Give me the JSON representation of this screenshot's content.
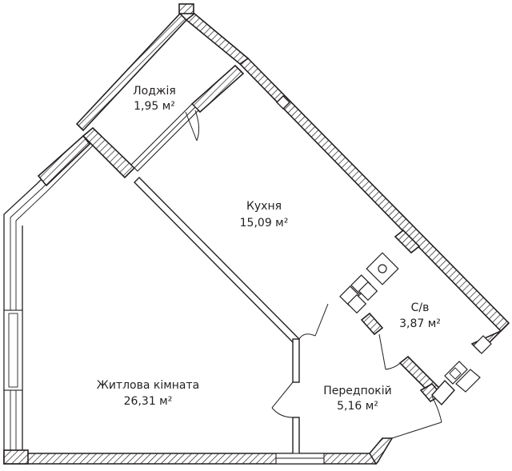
{
  "rooms": [
    {
      "name": "Лоджія",
      "area": "1,95 м²"
    },
    {
      "name": "Кухня",
      "area": "15,09 м²"
    },
    {
      "name": "С/в",
      "area": "3,87 м²"
    },
    {
      "name": "Житлова кімната",
      "area": "26,31 м²"
    },
    {
      "name": "Передпокій",
      "area": "5,16 м²"
    }
  ]
}
